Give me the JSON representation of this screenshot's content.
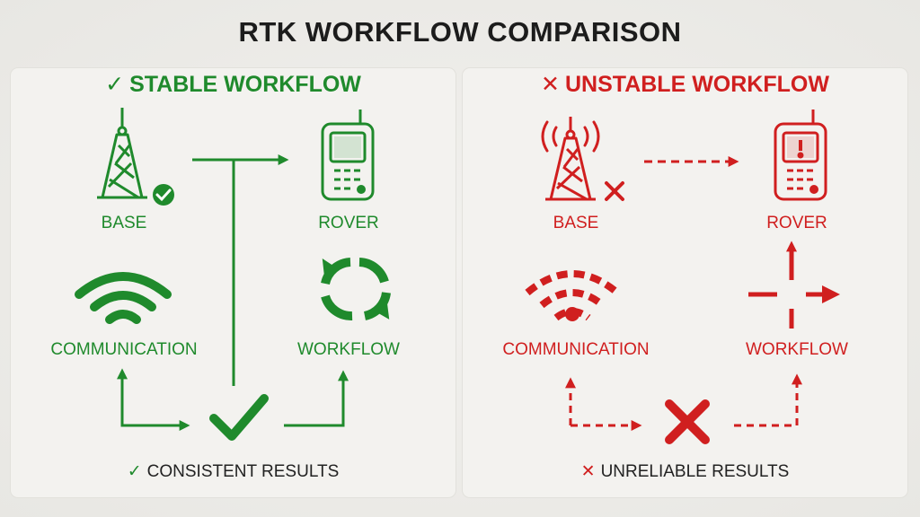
{
  "title": "RTK WORKFLOW COMPARISON",
  "colors": {
    "stable": "#1f8a2c",
    "unstable": "#d01f1f",
    "text": "#1c1c1c"
  },
  "stable": {
    "heading_glyph": "✓",
    "heading": "STABLE WORKFLOW",
    "base_label": "BASE",
    "rover_label": "ROVER",
    "communication_label": "COMMUNICATION",
    "workflow_label": "WORKFLOW",
    "result_glyph": "✓",
    "result_label": "CONSISTENT RESULTS",
    "icons": [
      "tower-icon",
      "check-badge-icon",
      "rover-icon",
      "wifi-icon",
      "cycle-icon",
      "check-icon"
    ]
  },
  "unstable": {
    "heading_glyph": "✕",
    "heading": "UNSTABLE WORKFLOW",
    "base_label": "BASE",
    "rover_label": "ROVER",
    "communication_label": "COMMUNICATION",
    "workflow_label": "WORKFLOW",
    "result_glyph": "✕",
    "result_label": "UNRELIABLE RESULTS",
    "icons": [
      "tower-icon",
      "x-icon",
      "rover-alert-icon",
      "broken-wifi-icon",
      "broken-cross-arrows-icon",
      "x-mark-icon"
    ]
  }
}
